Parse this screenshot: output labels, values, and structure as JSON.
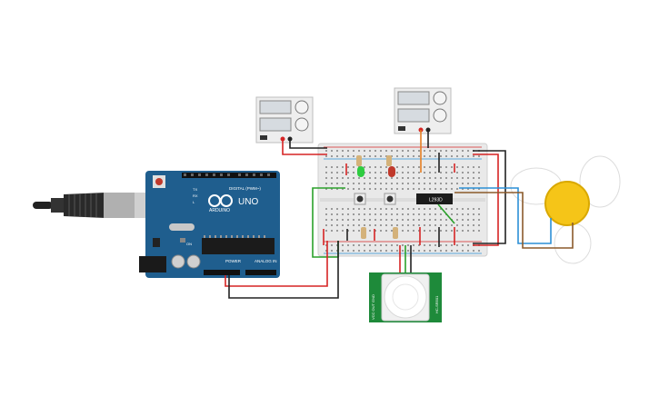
{
  "canvas": {
    "background": "#ffffff"
  },
  "arduino": {
    "brand": "ARDUINO",
    "model": "UNO",
    "header_digital": "DIGITAL (PWM~)",
    "header_power": "POWER",
    "header_analog": "ANALOG IN",
    "label_tx": "TX",
    "label_rx": "RX",
    "label_l": "L",
    "label_on": "ON",
    "board_color": "#1f5e8e"
  },
  "power_supply_left": {
    "display_color": "#d6dbe0"
  },
  "power_supply_right": {
    "display_color": "#d6dbe0"
  },
  "breadboard": {
    "color": "#e9e9e9"
  },
  "motor_driver": {
    "label": "L293D"
  },
  "pir_sensor": {
    "board_color": "#1e8a3a",
    "side_label_left": "VCC OUT GND",
    "side_label_right": "HC-SR501"
  },
  "fan": {
    "hub_color": "#f5c518"
  },
  "leds": [
    {
      "color": "#2ecc40"
    },
    {
      "color": "#c0392b"
    }
  ],
  "wires": {
    "red": "#d62424",
    "black": "#222222",
    "green": "#2aa12a",
    "orange": "#e67e22",
    "blue": "#2c8fd6",
    "brown": "#8b5a2b"
  }
}
